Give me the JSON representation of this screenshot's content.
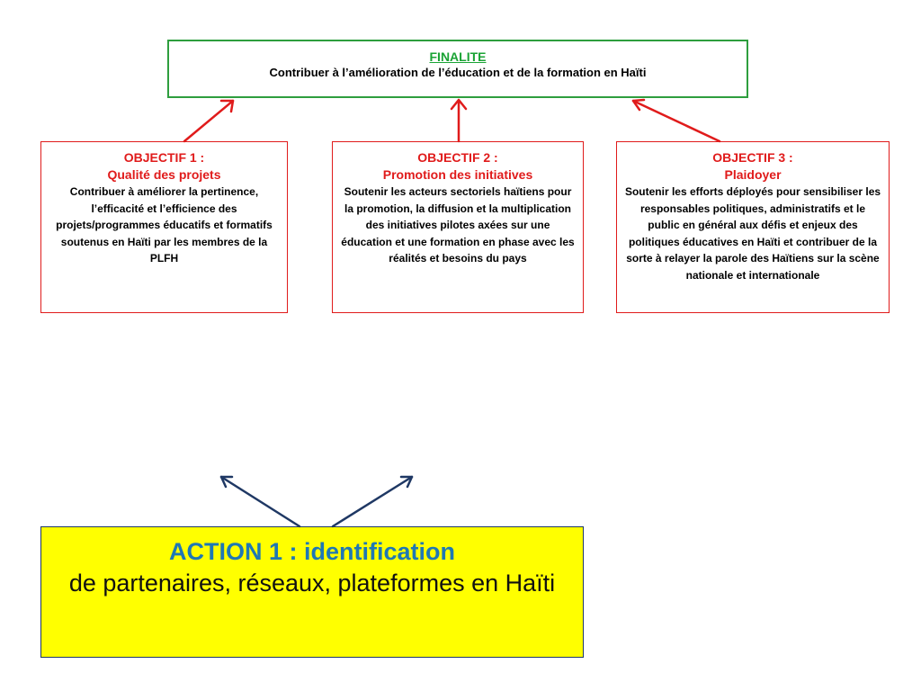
{
  "finalite": {
    "title": "FINALITE",
    "text": "Contribuer à l’amélioration de l’éducation et de la formation en Haïti"
  },
  "objectives": [
    {
      "label": "OBJECTIF 1 :",
      "name": "Qualité des projets",
      "text": "Contribuer à améliorer la pertinence, l’efficacité et l’efficience des projets/programmes éducatifs et formatifs soutenus en Haïti par les membres de la PLFH"
    },
    {
      "label": "OBJECTIF 2 :",
      "name": "Promotion des initiatives",
      "text": "Soutenir les acteurs sectoriels haïtiens pour la promotion, la diffusion et la multiplication des initiatives pilotes axées sur une éducation et une formation en phase avec les réalités et besoins du pays"
    },
    {
      "label": "OBJECTIF 3 :",
      "name": "Plaidoyer",
      "text": "Soutenir les efforts déployés pour sensibiliser les responsables politiques, administratifs et le public en général aux défis et enjeux des politiques éducatives en Haïti et contribuer de la sorte à relayer la parole des Haïtiens sur la scène nationale et internationale"
    }
  ],
  "action": {
    "title": "ACTION 1 : identification",
    "text": "de partenaires, réseaux, plateformes en Haïti"
  },
  "colors": {
    "finalite_border": "#2e9e3e",
    "objective_red": "#e01b1b",
    "action_fill": "#ffff00",
    "action_arrows": "#1f3864"
  }
}
